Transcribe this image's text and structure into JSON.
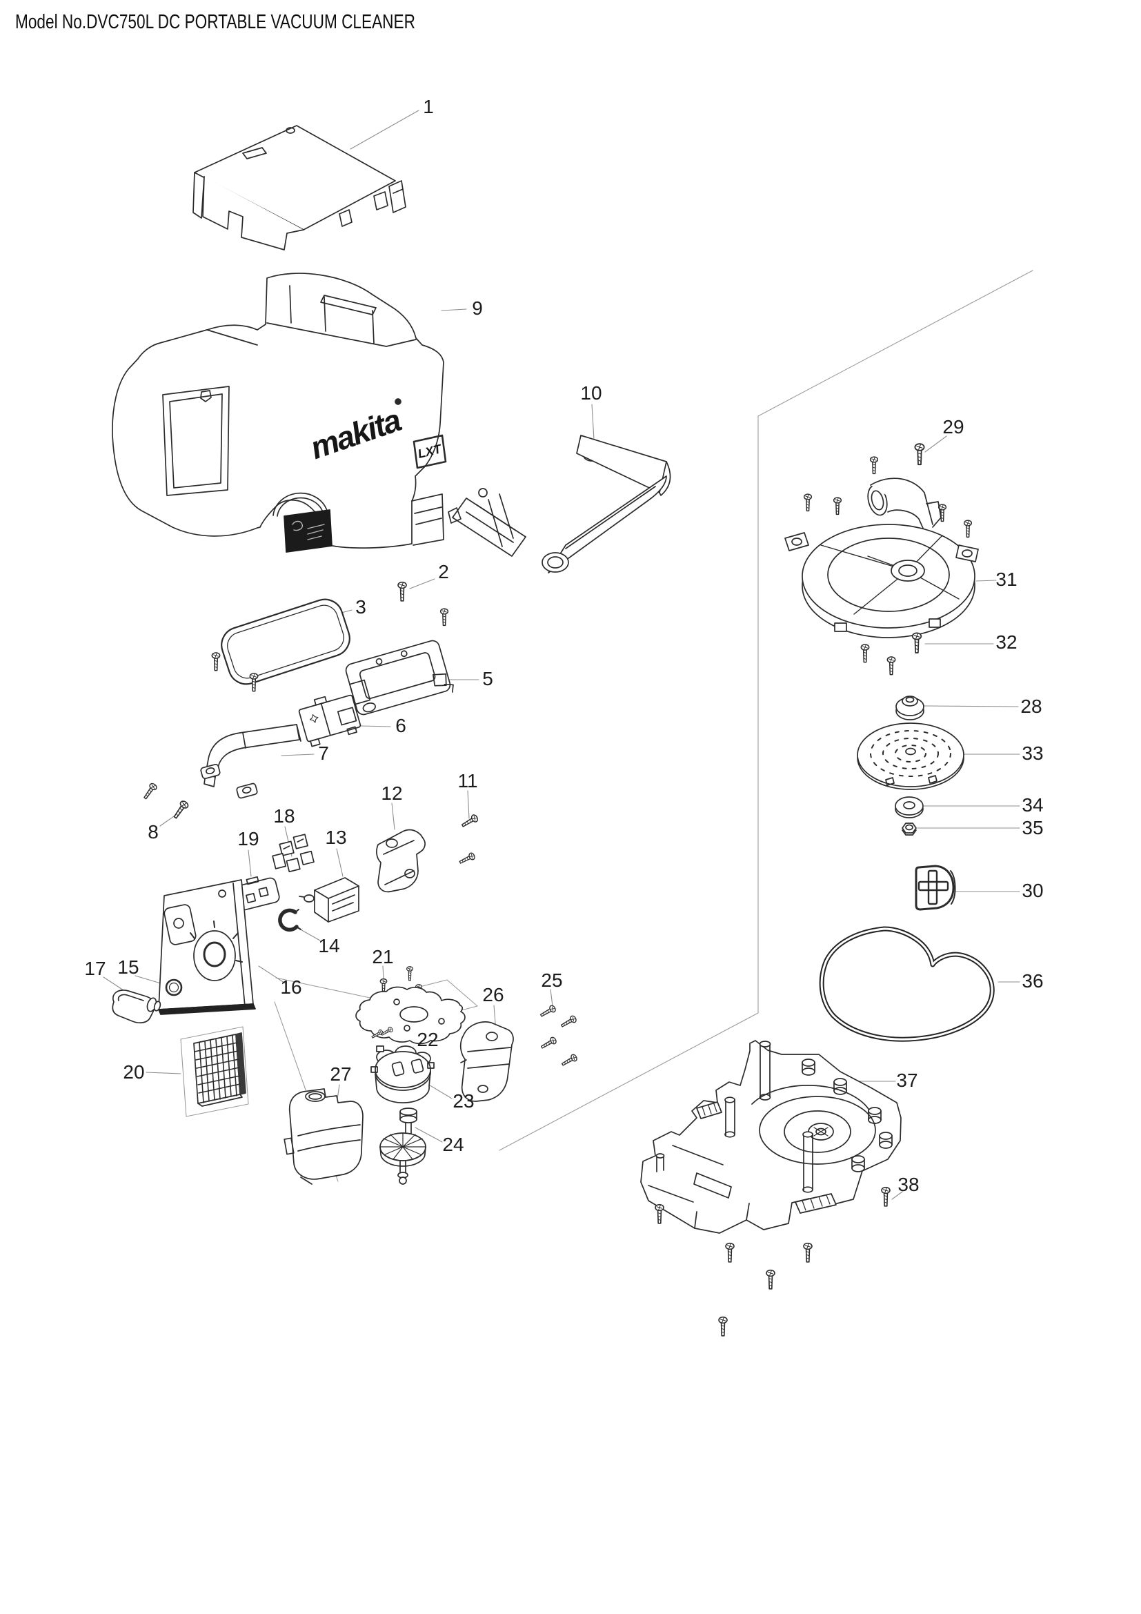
{
  "page": {
    "title": "Model No.DVC750L DC PORTABLE VACUUM CLEANER"
  },
  "artwork": {
    "logo": "makita",
    "badge": "LXT"
  },
  "callouts": {
    "c1": "1",
    "c2": "2",
    "c3": "3",
    "c5": "5",
    "c6": "6",
    "c7": "7",
    "c8": "8",
    "c9": "9",
    "c10": "10",
    "c11": "11",
    "c12": "12",
    "c13": "13",
    "c14": "14",
    "c15": "15",
    "c16": "16",
    "c17": "17",
    "c18": "18",
    "c19": "19",
    "c20": "20",
    "c21": "21",
    "c22": "22",
    "c23": "23",
    "c24": "24",
    "c25": "25",
    "c26": "26",
    "c27": "27",
    "c28": "28",
    "c29": "29",
    "c30": "30",
    "c31": "31",
    "c32": "32",
    "c33": "33",
    "c34": "34",
    "c35": "35",
    "c36": "36",
    "c37": "37",
    "c38": "38"
  }
}
